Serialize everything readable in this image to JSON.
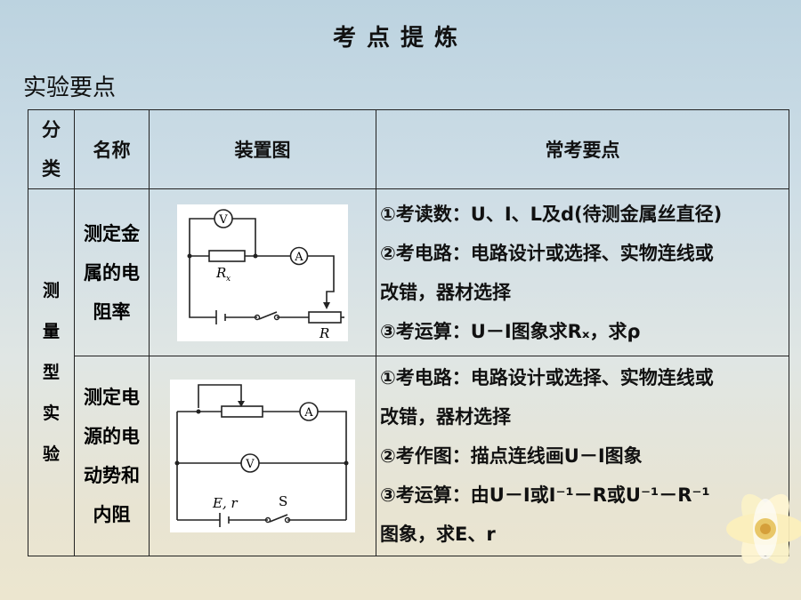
{
  "title": "考点提炼",
  "subtitle": "实验要点",
  "headers": {
    "category": "分类",
    "name": "名称",
    "device": "装置图",
    "points": "常考要点"
  },
  "category": "测量型实验",
  "rows": [
    {
      "name": "测定金属的电阻率",
      "circuit": {
        "voltmeter": "V",
        "ammeter": "A",
        "resistor_label": "R",
        "resistor_sub": "x",
        "rheostat_label": "R"
      },
      "points": [
        "①考读数：U、I、L及d(待测金属丝直径)",
        "②考电路：电路设计或选择、实物连线或",
        "改错，器材选择",
        "③考运算：U－I图象求Rₓ，求ρ"
      ]
    },
    {
      "name": "测定电源的电动势和内阻",
      "circuit": {
        "voltmeter": "V",
        "ammeter": "A",
        "source_label": "E, r",
        "switch_label": "S"
      },
      "points": [
        "①考电路：电路设计或选择、实物连线或",
        "改错，器材选择",
        "②考作图：描点连线画U－I图象",
        "③考运算：由U－I或I⁻¹－R或U⁻¹－R⁻¹",
        "图象，求E、r"
      ]
    }
  ]
}
